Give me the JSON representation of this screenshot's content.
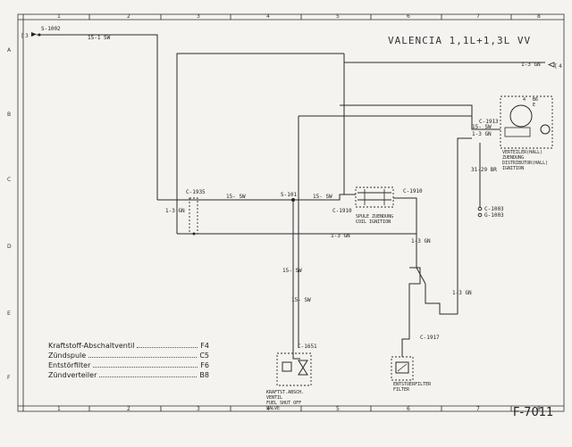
{
  "title": "VALENCIA 1,1L+1,3L VV",
  "diagram_code": "F-7011",
  "grid": {
    "columns": [
      "1",
      "2",
      "3",
      "4",
      "5",
      "6",
      "7",
      "8"
    ],
    "rows": [
      "A",
      "B",
      "C",
      "D",
      "E",
      "F"
    ]
  },
  "refs": {
    "left": "3",
    "right": "4"
  },
  "nodes": {
    "s1002": "S-1002",
    "s101": "S-101",
    "c1935": "C-1935",
    "c1910a": "C-1910",
    "c1910b": "C-1910",
    "c1913": "C-1913",
    "c1917": "C-1917",
    "c1651": "C-1651",
    "c1003": "C-1003",
    "g1003": "G-1003"
  },
  "wires": {
    "w_15_1_sw": "15-1 SW",
    "w_1_3_gn_top": "1-3 GN",
    "w_15_sw_a": "15- SW",
    "w_15_sw_b": "15- SW",
    "w_1_3_gn_left": "1-3 GN",
    "w_1_3_gn_mid": "1-3 GN",
    "w_15_sw_vert": "15- SW",
    "w_15_sw_vert2": "15- SW",
    "w_1_3_gn_r1": "1-3 GN",
    "w_1_3_gn_r2": "1-3 GN",
    "w_15_sw_dist": "15- SW",
    "w_1_3_gn_dist": "1-3 GN",
    "w_31_29_br": "31-29 BR"
  },
  "components": {
    "coil": [
      "SPULE ZUENDUNG",
      "COIL IGNITION"
    ],
    "distributor": [
      "VERTEILER(HALL)",
      "ZUENDUNG",
      "DISTRIBUTOR(HALL)",
      "IGNITION"
    ],
    "valve": [
      "KRAFTST.ABSCH.",
      "VENTIL",
      "FUEL SHUT OFF",
      "VALVE"
    ],
    "filter": [
      "ENTSTOERFILTER",
      "FILTER"
    ],
    "dist_pins": [
      "4",
      "B6",
      "E"
    ]
  },
  "legend": [
    {
      "name": "Kraftstoff-Abschaltventil",
      "code": "F4"
    },
    {
      "name": "Zündspule",
      "code": "C5"
    },
    {
      "name": "Entstörfilter",
      "code": "F6"
    },
    {
      "name": "Zündverteiler",
      "code": "B8"
    }
  ]
}
